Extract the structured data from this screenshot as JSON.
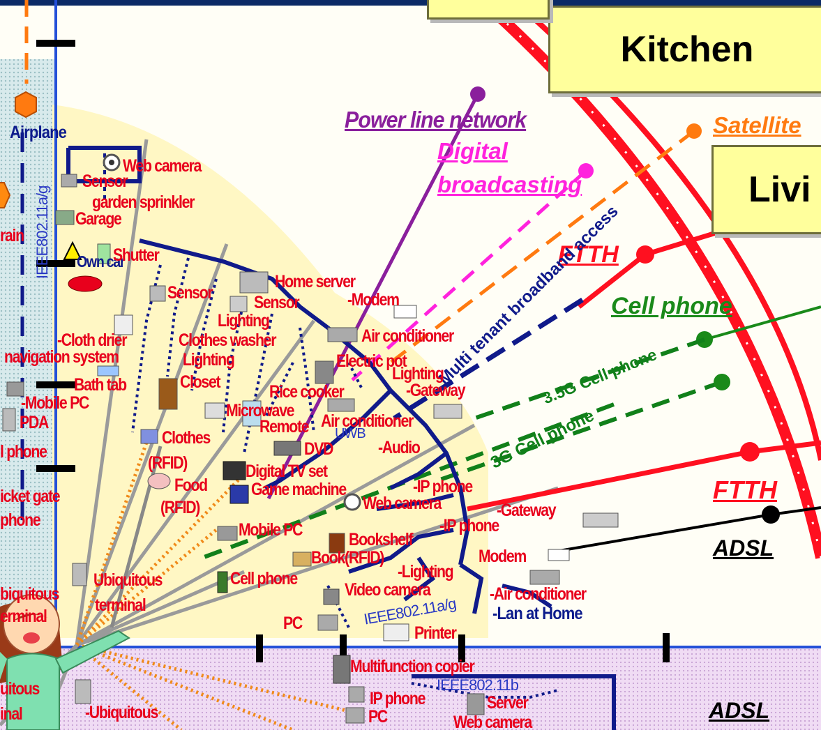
{
  "rooms": {
    "kitchen": "Kitchen",
    "living": "Livi"
  },
  "networks": {
    "power_line": "Power line network",
    "digital_broadcasting_1": "Digital",
    "digital_broadcasting_2": "broadcasting",
    "satellite": "Satellite",
    "ftth_top": "FTTH",
    "ftth_mid": "FTTH",
    "cell_phone": "Cell phone",
    "cell_35g": "3.5G Cell phone",
    "cell_3g": "3G Cell phone",
    "multi_tenant": "Multi tenant broadband access",
    "adsl_mid": "ADSL",
    "adsl_bottom": "ADSL",
    "ieee_vertical": "IEEE802.11a/g",
    "ieee_home": "IEEE802.11a/g",
    "ieee_bottom": "IEEE802.11b",
    "uwb": "UWB"
  },
  "devices": {
    "airplane": "Airplane",
    "web_camera_top": "Web camera",
    "sensor_top": "Sensor",
    "garden_sprinkler": "garden sprinkler",
    "garage": "Garage",
    "train_partial": "rain",
    "own_car": "Own car",
    "shutter": "Shutter",
    "sensor_mid": "Sensor",
    "home_server": "Home server",
    "sensor_2": "Sensor",
    "modem_top": "-Modem",
    "lighting_1": "Lighting",
    "air_conditioner_1": "Air conditioner",
    "cloth_drier": "-Cloth drier",
    "clothes_washer": "Clothes washer",
    "navigation_system": "navigation system",
    "lighting_2": "Lighting",
    "electric_pot": "Electric pot",
    "lighting_3": "Lighting",
    "bath_tab": "Bath tab",
    "closet": "Closet",
    "rice_cooker": "Rice cooker",
    "gateway_1": "-Gateway",
    "mobile_pc_left": "-Mobile PC",
    "pda": "PDA",
    "microwave": "Microwave",
    "remote": "Remote",
    "air_conditioner_2": "Air conditioner",
    "clothes": "Clothes",
    "rfid_1": "(RFID)",
    "dvd": "DVD",
    "audio": "-Audio",
    "cell_phone_left": "l phone",
    "digital_tv": "Digital TV set",
    "food": "Food",
    "rfid_2": "(RFID)",
    "game_machine": "Game machine",
    "ip_phone_1": "-IP phone",
    "ticket_gate": "icket gate",
    "phone_left": "phone",
    "web_camera_mid": "Web camera",
    "gateway_2": "-Gateway",
    "ip_phone_2": "-IP phone",
    "mobile_pc_mid": "Mobile PC",
    "bookshelf": "Bookshelf",
    "modem_mid": "Modem",
    "book_rfid": "Book(RFID)",
    "lighting_4": "-Lighting",
    "ubiquitous_terminal_left_1": "biquitous",
    "ubiquitous_terminal_left_2": "erminal",
    "ubiquitous_terminal_1": "Ubiquitous",
    "ubiquitous_terminal_2": "terminal",
    "cell_phone_mid": "Cell phone",
    "video_camera": "Video camera",
    "air_conditioner_3": "-Air conditioner",
    "lan_at_home": "-Lan at Home",
    "pc_mid": "PC",
    "printer": "Printer",
    "multifunction_copier": "Multifunction copier",
    "ubiquitous_bottom_left_1": "uitous",
    "ubiquitous_bottom_left_2": "inal",
    "ubiquitous_bottom": "-Ubiquitous",
    "ip_phone_bottom": "IP phone",
    "server_bottom": "Server",
    "pc_bottom": "PC",
    "web_camera_bottom": "Web camera"
  },
  "colors": {
    "header_bar": "#0b2a66",
    "outer_frame": "#2450d8",
    "power_line": "#8a1f9c",
    "digital_broadcasting": "#ff22dd",
    "satellite": "#ff7a10",
    "ftth": "#ff1020",
    "cell": "#1a8a1a",
    "adsl": "#000000",
    "multi_tenant": "#101a8a",
    "cell_3g": "#11801a",
    "fan_fill": "#fff7c4",
    "ieee_strip": "#d4e8ea",
    "room_box": "#ffff9c",
    "red_text": "#e8001c"
  }
}
